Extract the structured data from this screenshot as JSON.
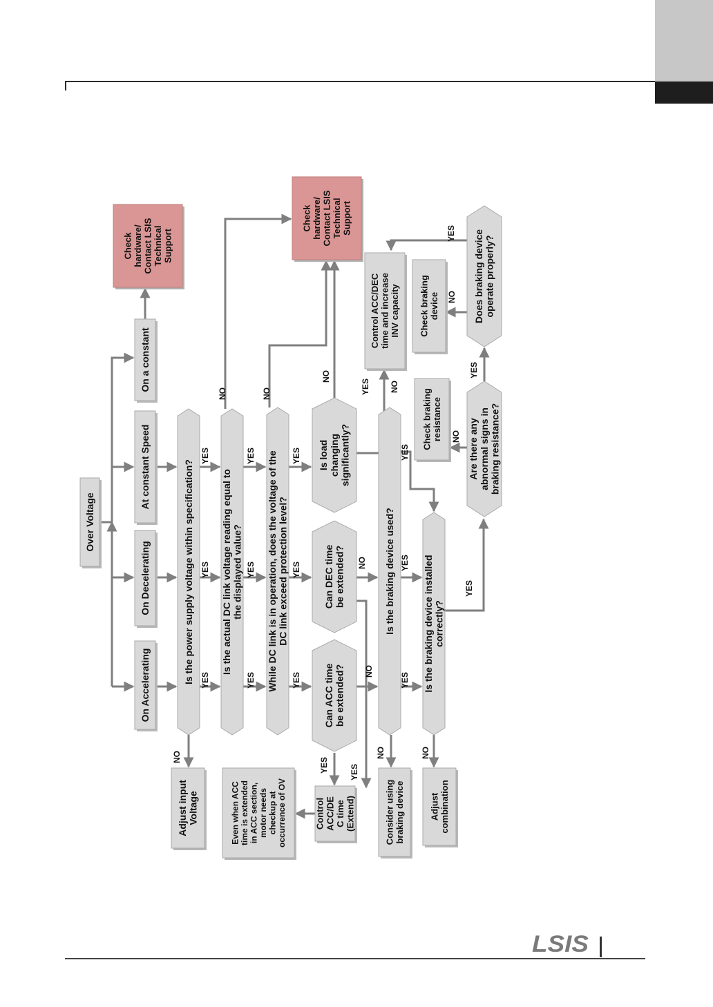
{
  "brand": {
    "logo_text": "LSIS"
  },
  "colors": {
    "box": "#d9d9d9",
    "box_stroke": "#a9a9a9",
    "support": "#d99694",
    "arrow": "#7f7f7f"
  },
  "nodes": {
    "over_voltage": [
      "Over Voltage"
    ],
    "on_accelerating": [
      "On Accelerating"
    ],
    "on_decelerating": [
      "On Decelerating"
    ],
    "at_constant_speed": [
      "At constant Speed"
    ],
    "on_a_constant": [
      "On a constant"
    ],
    "support_1": [
      "Check",
      "hardware/",
      "Contact LSIS",
      "Technical",
      "Support"
    ],
    "support_2": [
      "Check",
      "hardware/",
      "Contact LSIS",
      "Technical",
      "Support"
    ],
    "q_power_supply": [
      "Is the power supply voltage within specification?"
    ],
    "q_dc_link_reading": [
      "Is the actual DC link voltage reading equal to",
      "the displayed value?"
    ],
    "q_dc_link_protection": [
      "While DC link is in operation, does the voltage of the",
      "DC link exceed protection level?"
    ],
    "q_acc_time": [
      "Can ACC time",
      "be extended?"
    ],
    "q_dec_time": [
      "Can DEC time",
      "be extended?"
    ],
    "q_load_changing": [
      "Is load",
      "changing",
      "significantly?"
    ],
    "q_braking_used": [
      "Is the braking device used?"
    ],
    "q_braking_installed": [
      "Is the braking device installed",
      "correctly?"
    ],
    "q_abnormal_signs": [
      "Are there any",
      "abnormal signs in",
      "braking resistance?"
    ],
    "q_braking_operate": [
      "Does braking device",
      "operate properly?"
    ],
    "adjust_input_voltage": [
      "Adjust input",
      "Voltage"
    ],
    "note_acc_extended": [
      "Even when ACC",
      "time is extended",
      "in ACC section,",
      "motor needs",
      "checkup at",
      "occurrence of OV"
    ],
    "control_acc_dec_extend": [
      "Control",
      "ACC/DE",
      "C time",
      "(Extend)"
    ],
    "consider_braking": [
      "Consider using",
      "braking device"
    ],
    "adjust_combination": [
      "Adjust",
      "combination"
    ],
    "check_braking_resistance": [
      "Check braking",
      "resistance"
    ],
    "check_braking_device": [
      "Check braking",
      "device"
    ],
    "control_acc_dec_inv": [
      "Control ACC/DEC",
      "time and increase",
      "INV capacity"
    ]
  },
  "labels": {
    "yes": "YES",
    "no": "NO"
  }
}
